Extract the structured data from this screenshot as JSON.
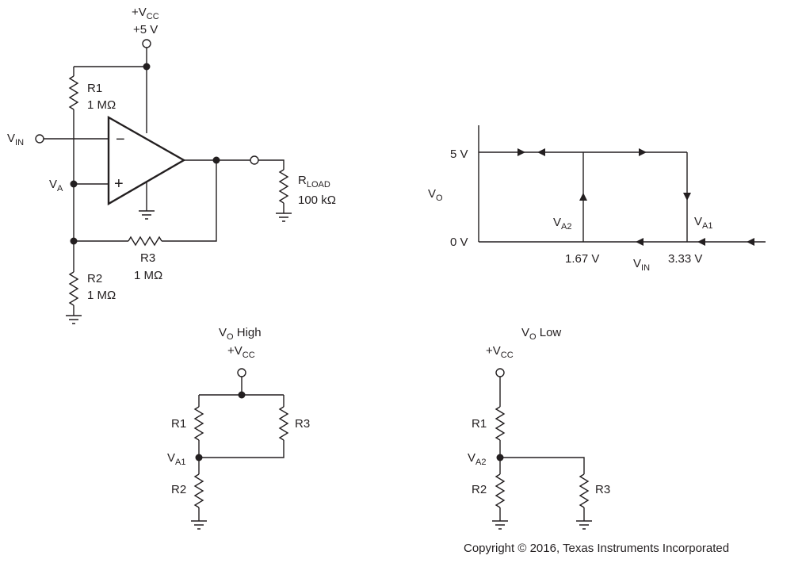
{
  "main_circuit": {
    "vcc_label": "+V",
    "vcc_sub": "CC",
    "vcc_value": "+5 V",
    "r1_name": "R1",
    "r1_value": "1 MΩ",
    "vin_label": "V",
    "vin_sub": "IN",
    "va_label": "V",
    "va_sub": "A",
    "minus_sign": "−",
    "plus_sign": "+",
    "r3_name": "R3",
    "r3_value": "1 MΩ",
    "r2_name": "R2",
    "r2_value": "1 MΩ",
    "rload_label": "R",
    "rload_sub": "LOAD",
    "rload_value": "100 kΩ"
  },
  "transfer_graph": {
    "ylabel": "V",
    "ylabel_sub": "O",
    "y_high": "5 V",
    "y_low": "0 V",
    "xlabel": "V",
    "xlabel_sub": "IN",
    "x_tick_1": "1.67 V",
    "x_tick_2": "3.33 V",
    "va2_label": "V",
    "va2_sub": "A2",
    "va1_label": "V",
    "va1_sub": "A1"
  },
  "vo_high_circuit": {
    "title": "V",
    "title_sub": "O",
    "title_rest": " High",
    "vcc_label": "+V",
    "vcc_sub": "CC",
    "r1_name": "R1",
    "r2_name": "R2",
    "r3_name": "R3",
    "node_label": "V",
    "node_sub": "A1"
  },
  "vo_low_circuit": {
    "title": "V",
    "title_sub": "O",
    "title_rest": " Low",
    "vcc_label": "+V",
    "vcc_sub": "CC",
    "r1_name": "R1",
    "r2_name": "R2",
    "r3_name": "R3",
    "node_label": "V",
    "node_sub": "A2"
  },
  "copyright": "Copyright © 2016, Texas Instruments Incorporated"
}
